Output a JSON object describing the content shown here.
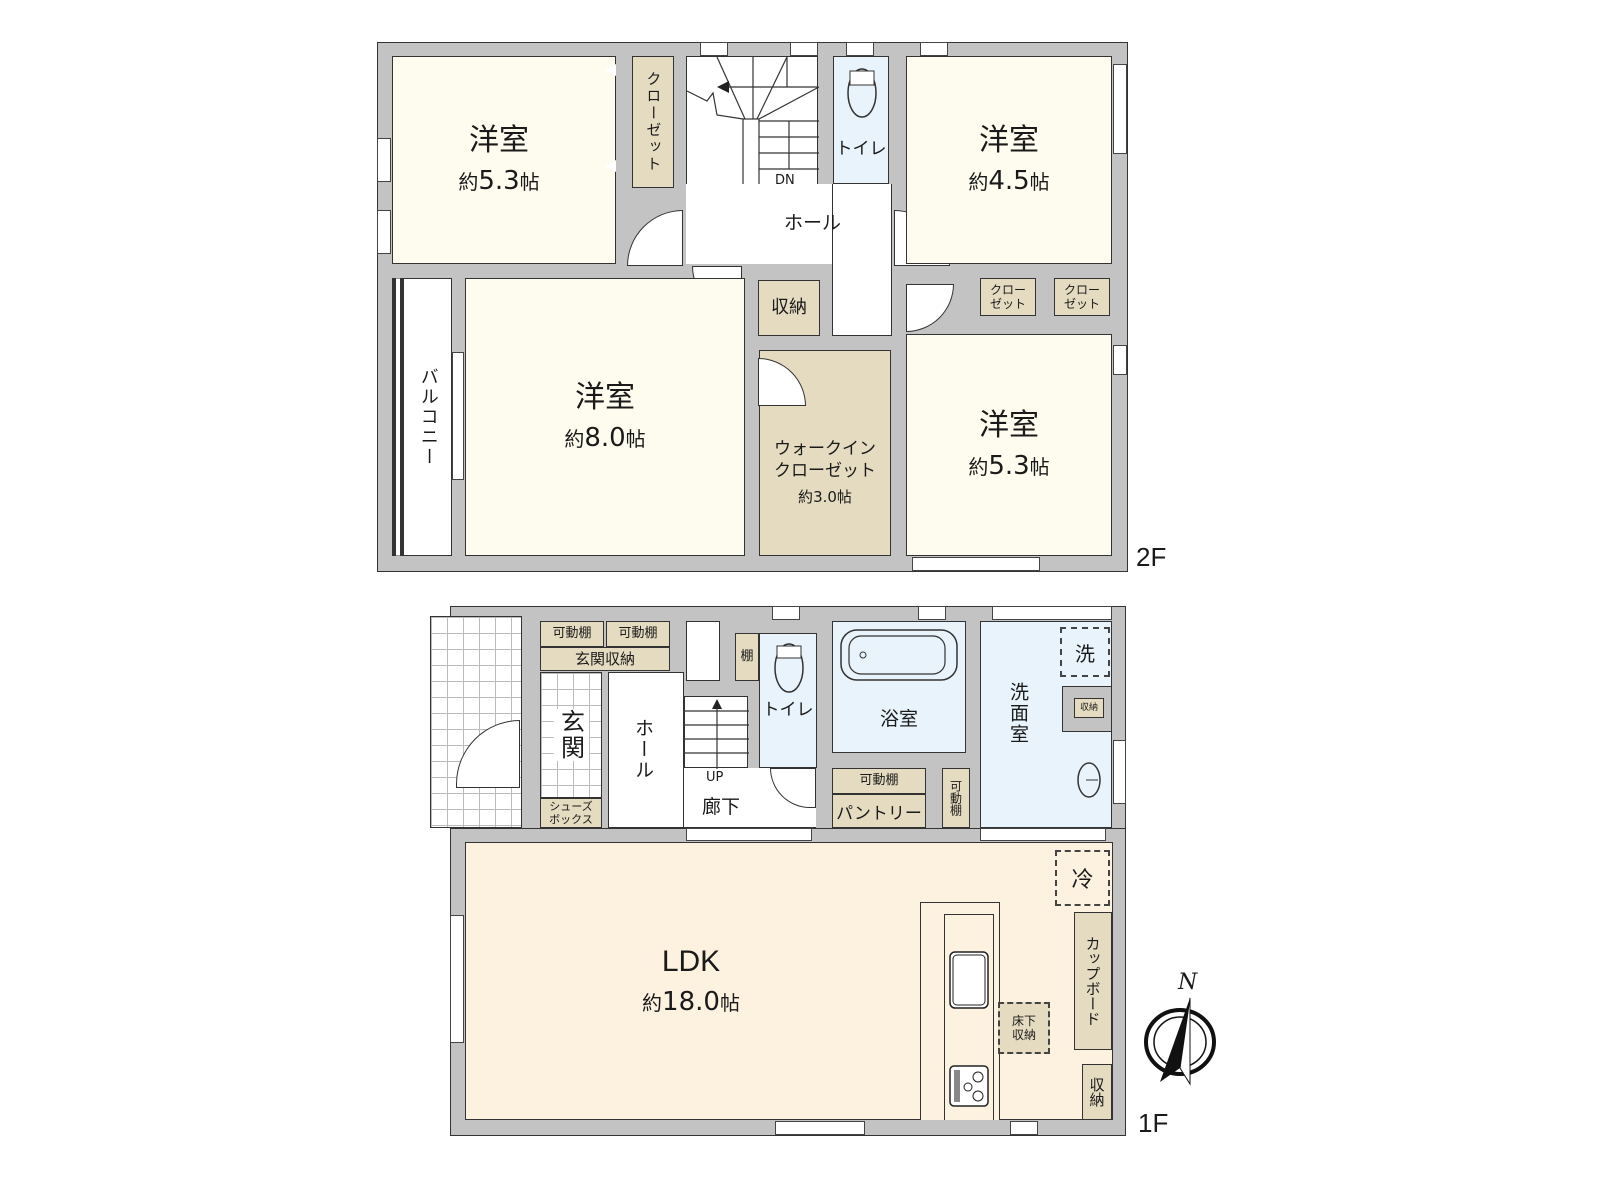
{
  "floors": [
    {
      "label": "2F",
      "rooms": [
        {
          "id": "western-room-nw",
          "name": "洋室",
          "area_prefix": "約",
          "area_value": "5.3",
          "area_unit": "帖"
        },
        {
          "id": "closet-nw",
          "name": "クローゼット"
        },
        {
          "id": "stairs-2f",
          "label": "DN"
        },
        {
          "id": "toilet-2f",
          "name": "トイレ"
        },
        {
          "id": "hall-2f",
          "name": "ホール"
        },
        {
          "id": "western-room-ne",
          "name": "洋室",
          "area_prefix": "約",
          "area_value": "4.5",
          "area_unit": "帖"
        },
        {
          "id": "storage-2f",
          "name": "収納"
        },
        {
          "id": "closet-ne-1",
          "name": "クロー\nゼット"
        },
        {
          "id": "closet-ne-2",
          "name": "クロー\nゼット"
        },
        {
          "id": "balcony",
          "name": "バルコニー"
        },
        {
          "id": "western-room-center",
          "name": "洋室",
          "area_prefix": "約",
          "area_value": "8.0",
          "area_unit": "帖"
        },
        {
          "id": "walk-in-closet",
          "name_line1": "ウォークイン",
          "name_line2": "クローゼット",
          "area_prefix": "約",
          "area_value": "3.0",
          "area_unit": "帖"
        },
        {
          "id": "western-room-se",
          "name": "洋室",
          "area_prefix": "約",
          "area_value": "5.3",
          "area_unit": "帖"
        }
      ]
    },
    {
      "label": "1F",
      "rooms": [
        {
          "id": "shelf-1",
          "name": "可動棚"
        },
        {
          "id": "shelf-2",
          "name": "可動棚"
        },
        {
          "id": "entrance-storage",
          "name": "玄関収納"
        },
        {
          "id": "entrance",
          "name": "玄関"
        },
        {
          "id": "shoe-box",
          "name_line1": "シューズ",
          "name_line2": "ボックス"
        },
        {
          "id": "hall-1f",
          "name": "ホール"
        },
        {
          "id": "stairs-1f",
          "label": "UP"
        },
        {
          "id": "corridor",
          "name": "廊下"
        },
        {
          "id": "shelf-toilet",
          "name": "棚"
        },
        {
          "id": "toilet-1f",
          "name": "トイレ"
        },
        {
          "id": "bathroom",
          "name": "浴室"
        },
        {
          "id": "washroom",
          "name": "洗面室"
        },
        {
          "id": "washer-space",
          "name": "洗"
        },
        {
          "id": "washroom-storage",
          "name": "収納"
        },
        {
          "id": "pantry-shelf",
          "name": "可動棚"
        },
        {
          "id": "pantry",
          "name": "パントリー"
        },
        {
          "id": "shelf-vertical",
          "name": "可動棚"
        },
        {
          "id": "ldk",
          "name": "LDK",
          "area_prefix": "約",
          "area_value": "18.0",
          "area_unit": "帖"
        },
        {
          "id": "fridge-space",
          "name": "冷"
        },
        {
          "id": "cupboard",
          "name": "カップボード"
        },
        {
          "id": "underfloor-storage",
          "name_line1": "床下",
          "name_line2": "収納"
        },
        {
          "id": "ldk-storage",
          "name": "収納"
        }
      ]
    }
  ],
  "compass": {
    "north_label": "N"
  },
  "colors": {
    "wall": "#c3c3c3",
    "western_room": "#fdfcee",
    "ldk": "#fdf1df",
    "storage": "#e4dbc0",
    "wet_area": "#e8f3fb",
    "outline": "#333333"
  }
}
